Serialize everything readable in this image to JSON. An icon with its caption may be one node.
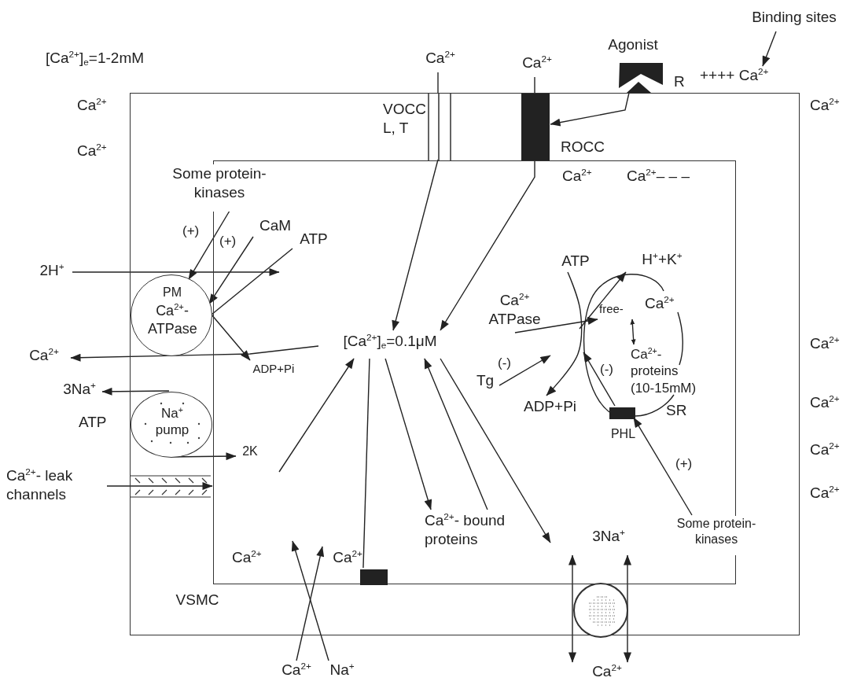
{
  "diagram": {
    "nodes": [
      {
        "text": [
          "VSMC"
        ]
      },
      {
        "text": [],
        "shape": "box",
        "in": 0
      },
      {
        "text": [
          "Binding sites"
        ]
      },
      {
        "text": [
          "++++ Ca$^{2+}$"
        ]
      },
      {
        "text": [
          "Agonist"
        ],
        "beside": [
          "R"
        ]
      },
      {
        "text": [
          "ROCC"
        ],
        "in": 0
      },
      {
        "text": [
          "VOCC L, T"
        ],
        "in": 0
      },
      {
        "text": [
          "Ca$^{2+}$"
        ]
      },
      {
        "text": [
          "Ca$^{2+}$"
        ]
      },
      {
        "text": [
          "Some protein- kinases"
        ],
        "in": 0
      },
      {
        "text": [
          "CaM"
        ],
        "in": 1
      },
      {
        "text": [
          "ATP"
        ],
        "in": 1
      },
      {
        "text": [
          "2H$^{+}$"
        ]
      },
      {
        "text": [
          "PM",
          "Ca$^{2+}$- ATPase"
        ],
        "in": 0
      },
      {
        "text": [
          "ADP+Pi"
        ],
        "in": 1
      },
      {
        "text": [
          "Ca$^{2+}$"
        ]
      },
      {
        "text": [
          "3Na$^{+}$"
        ]
      },
      {
        "text": [
          "Na$^{+}$ pump"
        ],
        "in": 0
      },
      {
        "text": [
          "2K"
        ],
        "in": 1
      },
      {
        "text": [
          "Ca$^{2+}$- leak channels"
        ]
      },
      {
        "text": [
          "[Ca$^{2+}$]$_{e}$=0.1μM"
        ],
        "in": 1
      },
      {
        "text": [],
        "shape": "bar",
        "in": 1
      },
      {
        "text": [
          "Ca$^{2+}$- bound proteins"
        ],
        "in": 1
      },
      {
        "text": [
          "3Na$^{+}$"
        ],
        "in": 1
      },
      {
        "text": [],
        "shape": "circle",
        "in": 0
      },
      {
        "text": [
          "Ca$^{2+}$"
        ]
      },
      {
        "text": [
          "Ca$^{2+}$"
        ]
      },
      {
        "text": [
          "Na$^{+}$"
        ]
      },
      {
        "text": [
          "ATP"
        ],
        "in": 1
      },
      {
        "text": [
          "H$^{+}$+K$^{+}$"
        ],
        "in": 1
      },
      {
        "text": [
          "Ca$^{2+}$ ATPase"
        ],
        "in": 1
      },
      {
        "text": [
          "SR"
        ],
        "in": 1
      },
      {
        "text": [
          "free-",
          "Ca$^{2+}$"
        ],
        "in": 31
      },
      {
        "text": [
          "Ca$^{2+}$- proteins (10-15mM)"
        ],
        "in": 31
      },
      {
        "text": [
          "PHL"
        ],
        "in": 1
      },
      {
        "text": [
          "ADP+Pi"
        ],
        "in": 1
      },
      {
        "text": [
          "Tg"
        ],
        "in": 1
      },
      {
        "text": [
          "Some protein- kinases"
        ],
        "in": 0
      },
      {
        "text": [
          "Ca$^{2+}$"
        ],
        "in": 1
      }
    ],
    "edges": [
      {
        "from": 2,
        "to": 3,
        "arrow": "to"
      },
      {
        "from": 4,
        "to": 5,
        "arrow": "to"
      },
      {
        "from": 7,
        "to": 6,
        "arrow": "none"
      },
      {
        "from": 8,
        "to": 5,
        "arrow": "none"
      },
      {
        "from": 9,
        "to": 13,
        "arrow": "to",
        "label": "(+)"
      },
      {
        "from": 10,
        "to": 13,
        "arrow": "to",
        "label": "(+)"
      },
      {
        "from": 11,
        "to": 13,
        "arrow": "none"
      },
      {
        "from": 13,
        "to": 14,
        "arrow": "to"
      },
      {
        "from": 12,
        "to": null,
        "arrow": "to"
      },
      {
        "from": 20,
        "to": 15,
        "arrow": "to"
      },
      {
        "from": 17,
        "to": 16,
        "arrow": "to"
      },
      {
        "from": 17,
        "to": 18,
        "arrow": "to"
      },
      {
        "from": 19,
        "to": 1,
        "arrow": "to"
      },
      {
        "from": null,
        "to": 20,
        "arrow": "to"
      },
      {
        "from": 20,
        "to": 21,
        "arrow": "none"
      },
      {
        "from": 20,
        "to": 22,
        "arrow": "to"
      },
      {
        "from": 22,
        "to": 20,
        "arrow": "to"
      },
      {
        "from": 20,
        "to": null,
        "arrow": "to"
      },
      {
        "from": 23,
        "to": 25,
        "arrow": "both"
      },
      {
        "from": 23,
        "to": 25,
        "arrow": "both"
      },
      {
        "from": 26,
        "to": 38,
        "arrow": "to"
      },
      {
        "from": 27,
        "to": null,
        "arrow": "to"
      },
      {
        "from": 28,
        "to": 35,
        "arrow": "to"
      },
      {
        "from": 31,
        "to": 29,
        "arrow": "to"
      },
      {
        "from": 30,
        "to": 32,
        "arrow": "to"
      },
      {
        "from": 36,
        "to": null,
        "arrow": "to",
        "label": "(-)"
      },
      {
        "from": 34,
        "to": 31,
        "arrow": "to",
        "label": "(-)"
      },
      {
        "from": 37,
        "to": 34,
        "arrow": "to",
        "label": "(+)"
      },
      {
        "from": 6,
        "to": 20,
        "arrow": "to"
      },
      {
        "from": 5,
        "to": 20,
        "arrow": "to"
      },
      {
        "from": 32,
        "to": 33,
        "arrow": "both"
      }
    ],
    "labels": [
      "[Ca$^{2+}$]$_{e}$=1-2mM",
      "Ca$^{2+}$",
      "Ca$^{2+}$",
      "Ca$^{2+}$",
      "Ca$^{2+}$",
      "Ca$^{2+}$– – –",
      "Ca$^{2+}$",
      "Ca$^{2+}$",
      "ATP",
      "Ca$^{2+}$",
      "Ca$^{2+}$",
      "Ca$^{2+}$"
    ]
  }
}
